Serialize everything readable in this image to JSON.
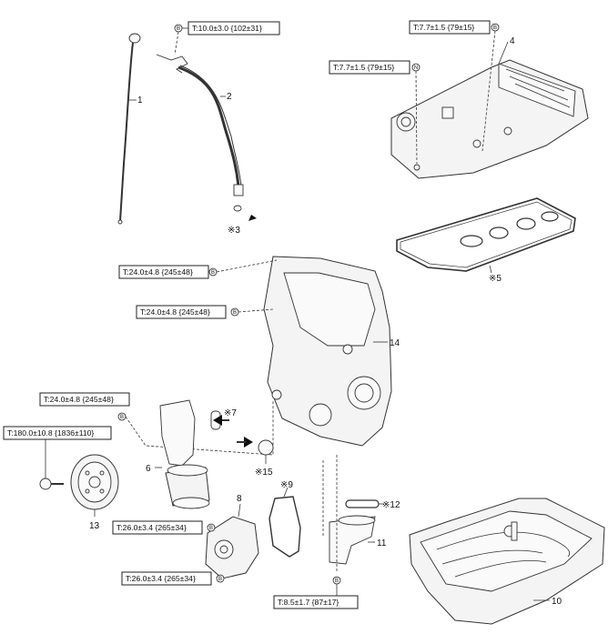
{
  "torque_labels": [
    {
      "text": "T:10.0±3.0 {102±31}",
      "marker": "B"
    },
    {
      "text": "T:7.7±1.5 {79±15}",
      "marker": "B"
    },
    {
      "text": "T:7.7±1.5 {79±15}",
      "marker": "N"
    },
    {
      "text": "T:24.0±4.8 {245±48}",
      "marker": "B"
    },
    {
      "text": "T:24.0±4.8 {245±48}",
      "marker": "B"
    },
    {
      "text": "T:24.0±4.8 {245±48}",
      "marker": "B"
    },
    {
      "text": "T:180.0±10.8 {1836±110}",
      "marker": ""
    },
    {
      "text": "T:26.0±3.4 {265±34}",
      "marker": "B"
    },
    {
      "text": "T:26.0±3.4 {265±34}",
      "marker": "B"
    },
    {
      "text": "T:8.5±1.7 {87±17}",
      "marker": "B"
    }
  ],
  "part_numbers": {
    "p1": "1",
    "p2": "2",
    "p3": "※3",
    "p4": "4",
    "p5": "※5",
    "p6": "6",
    "p7": "※7",
    "p8": "8",
    "p9": "※9",
    "p10": "10",
    "p11": "11",
    "p12": "※12",
    "p13": "13",
    "p14": "14",
    "p15": "※15"
  }
}
